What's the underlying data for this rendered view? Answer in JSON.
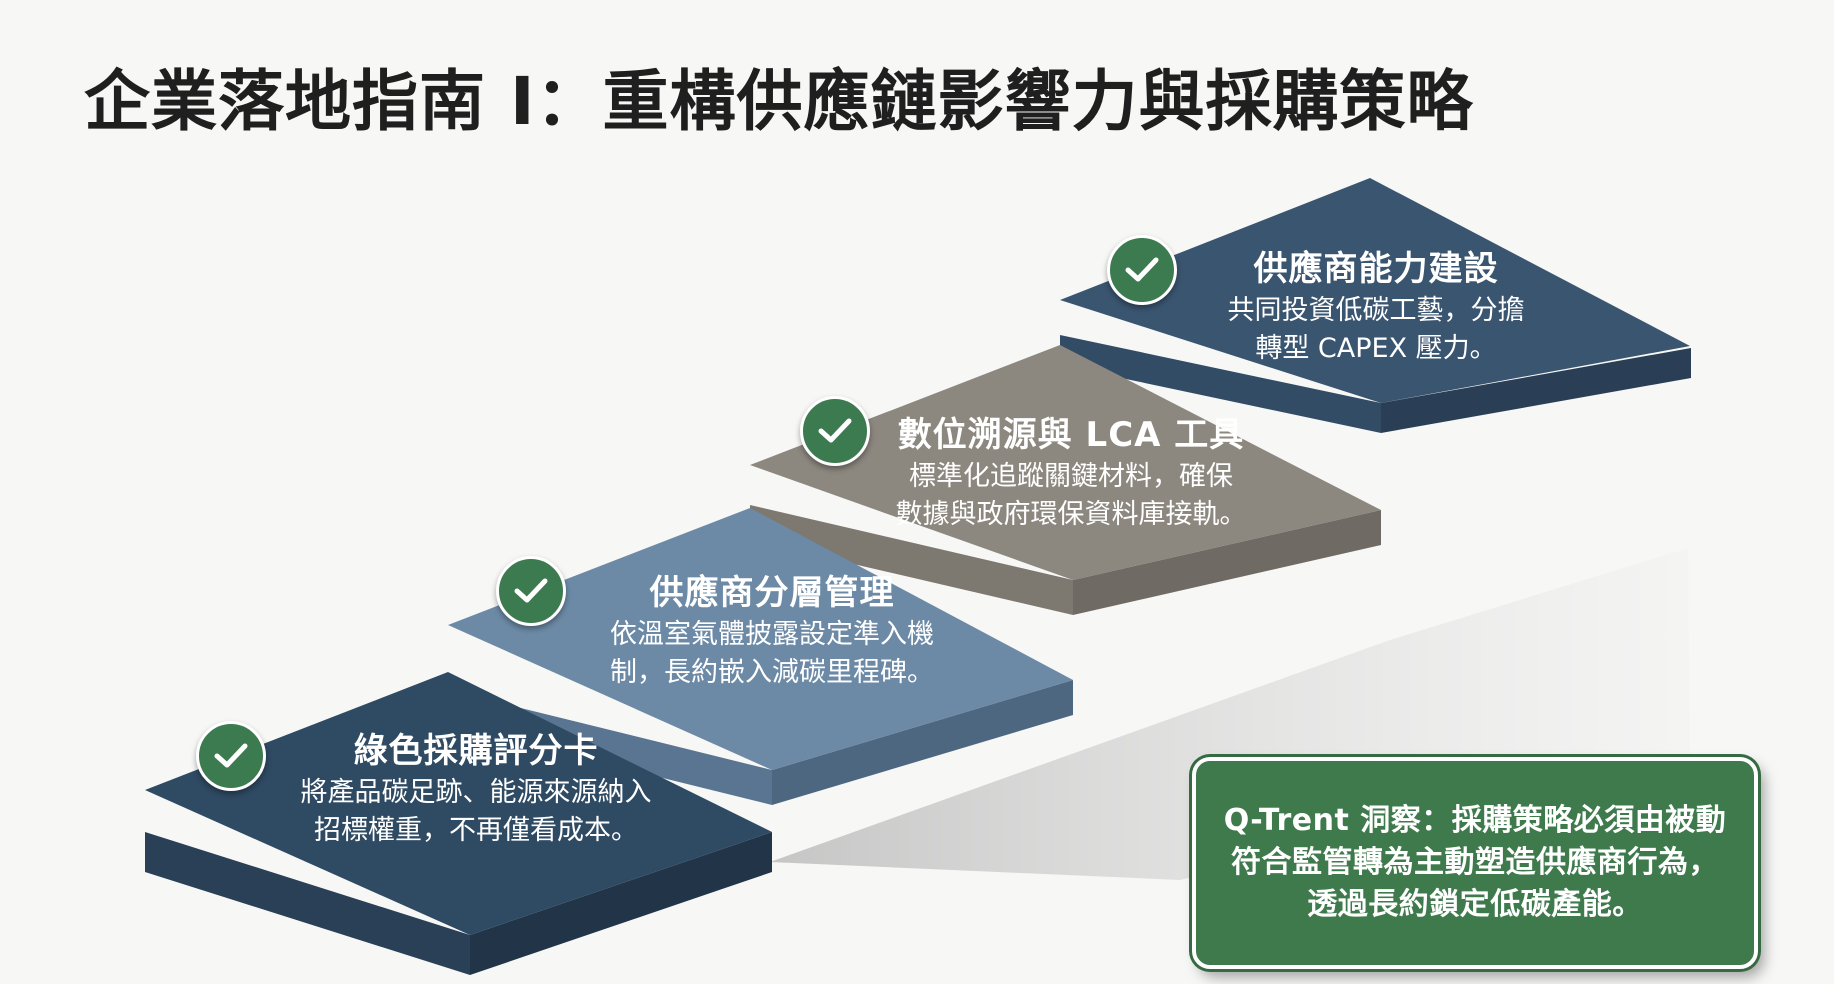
{
  "title": "企業落地指南 I：重構供應鏈影響力與採購策略",
  "steps": [
    {
      "title": "綠色採購評分卡",
      "desc_line1": "將產品碳足跡、能源來源納入",
      "desc_line2": "招標權重，不再僅看成本。",
      "color": "#2f4a63",
      "icon": "check-icon"
    },
    {
      "title": "供應商分層管理",
      "desc_line1": "依溫室氣體披露設定準入機",
      "desc_line2": "制，長約嵌入減碳里程碑。",
      "color": "#6c8aa6",
      "icon": "check-icon"
    },
    {
      "title": "數位溯源與 LCA 工具",
      "desc_line1": "標準化追蹤關鍵材料，確保",
      "desc_line2": "數據與政府環保資料庫接軌。",
      "color": "#8c877f",
      "icon": "check-icon"
    },
    {
      "title": "供應商能力建設",
      "desc_line1": "共同投資低碳工藝，分擔",
      "desc_line2": "轉型 CAPEX 壓力。",
      "color": "#3a5570",
      "icon": "check-icon"
    }
  ],
  "insight": {
    "text": "Q-Trent 洞察：採購策略必須由被動\n符合監管轉為主動塑造供應商行為，\n透過長約鎖定低碳產能。",
    "color": "#3f7a4d"
  }
}
